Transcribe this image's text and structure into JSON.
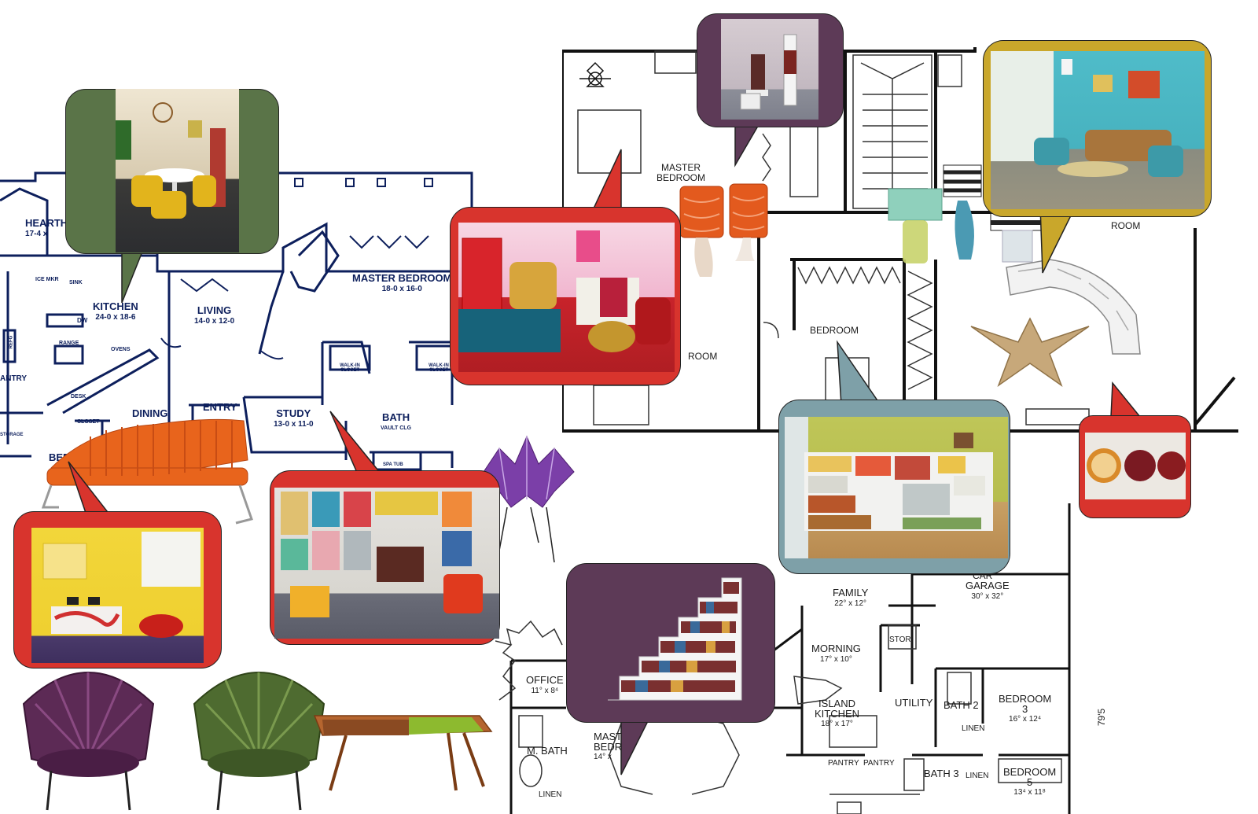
{
  "plan_left": {
    "labels": {
      "hearth": "HEARTH",
      "kitchen": "KITCHEN",
      "living": "LIVING",
      "master_bedroom": "MASTER BEDROOM",
      "dining": "DINING",
      "entry": "ENTRY",
      "study": "STUDY",
      "bath": "BATH",
      "pantry": "ANTRY",
      "bedroom": "BED",
      "desk": "DESK",
      "closet": "CLOSET",
      "walkin_left": "WALK-IN CLOSET",
      "walkin_right": "WALK-IN CLOSET",
      "ovens": "OVENS",
      "range": "RANGE",
      "sink": "SINK",
      "ice_maker": "ICE MKR",
      "dw": "DW",
      "spa_tub": "SPA TUB",
      "vault_clg": "VAULT CLG",
      "storage": "STORAGE",
      "refrigerator": "REFG"
    },
    "dims": {
      "hearth": "17-4 x",
      "kitchen": "24-0 x 18-6",
      "living": "14-0 x 12-0",
      "master_bedroom": "18-0 x 16-0",
      "study": "13-0 x 11-0"
    }
  },
  "plan_top_right": {
    "labels": {
      "master_bedroom": "MASTER\nBEDROOM",
      "bedroom": "BEDROOM",
      "room_right": "ROOM",
      "room_left": "ROOM"
    }
  },
  "plan_bottom_right": {
    "labels": {
      "family": "FAMILY",
      "garage": "GARAGE",
      "morning": "MORNING",
      "office": "OFFICE",
      "island_kitchen": "ISLAND\nKITCHEN",
      "utility": "UTILITY",
      "bath2": "BATH 2",
      "bedroom3": "BEDROOM\n3",
      "bedroom5": "BEDROOM\n5",
      "bath3": "BATH 3",
      "m_bath": "M. BATH",
      "master_bedroom": "MAST\nBEDR",
      "pantry1": "PANTRY",
      "pantry2": "PANTRY",
      "linen1": "LINEN",
      "linen2": "LINEN",
      "linen3": "LINEN",
      "stor": "STOR.",
      "car": "CAR",
      "dim_side": "79'5"
    },
    "dims": {
      "family": "22° x 12°",
      "garage": "30° x 32°",
      "morning": "17° x 10°",
      "office": "11° x 8⁴",
      "island_kitchen": "18° x 17°",
      "bedroom3": "16° x 12⁴",
      "bedroom5": "13⁴ x 11⁸",
      "master_bedroom": "14° x"
    }
  },
  "colors": {
    "olive": "#5a7448",
    "red": "#d8342d",
    "plum": "#5d3a57",
    "mustard": "#c9a72b",
    "slate": "#7ea0a8",
    "blueprint": "#0d1f5c"
  }
}
